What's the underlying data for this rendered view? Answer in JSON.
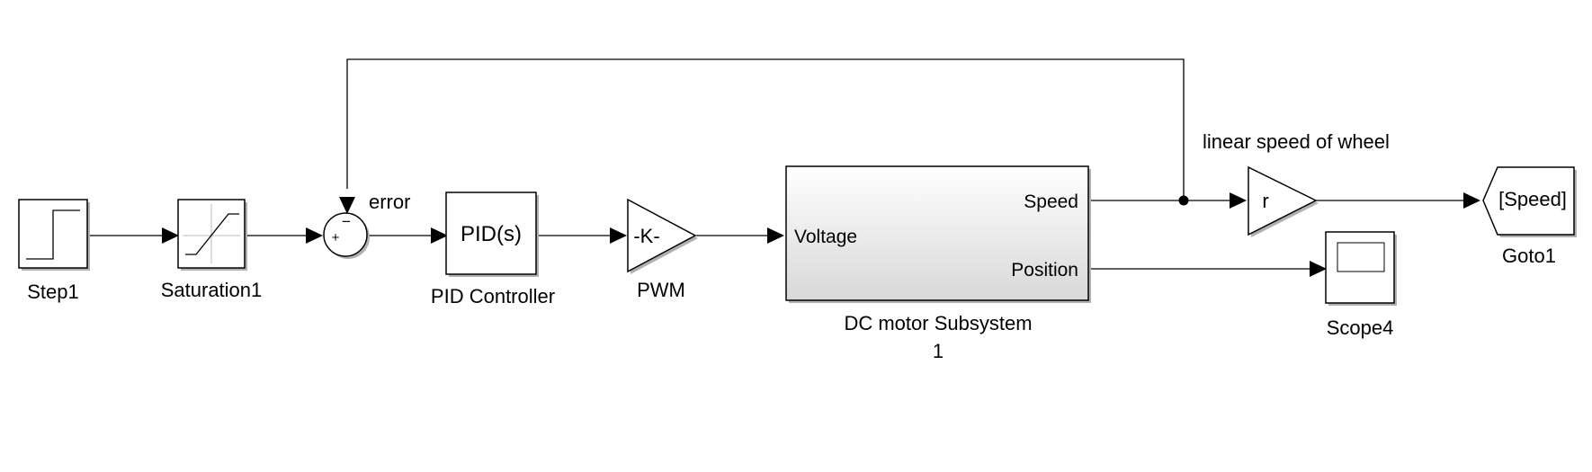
{
  "diagram": {
    "blocks": {
      "step": {
        "name": "Step1"
      },
      "saturation": {
        "name": "Saturation1"
      },
      "sum": {
        "name": "",
        "plus": "+",
        "minus": "−"
      },
      "pid": {
        "name": "PID Controller",
        "text": "PID(s)"
      },
      "pwm": {
        "name": "PWM",
        "text": "-K-"
      },
      "dc_motor": {
        "name": "DC motor Subsystem",
        "subtitle": "1",
        "input_port": "Voltage",
        "output_ports": [
          "Speed",
          "Position"
        ]
      },
      "gain_r": {
        "text": "r"
      },
      "scope": {
        "name": "Scope4"
      },
      "goto": {
        "name": "Goto1",
        "text": "[Speed]"
      }
    },
    "signal_labels": {
      "error": "error",
      "speed": "linear speed of wheel"
    }
  }
}
